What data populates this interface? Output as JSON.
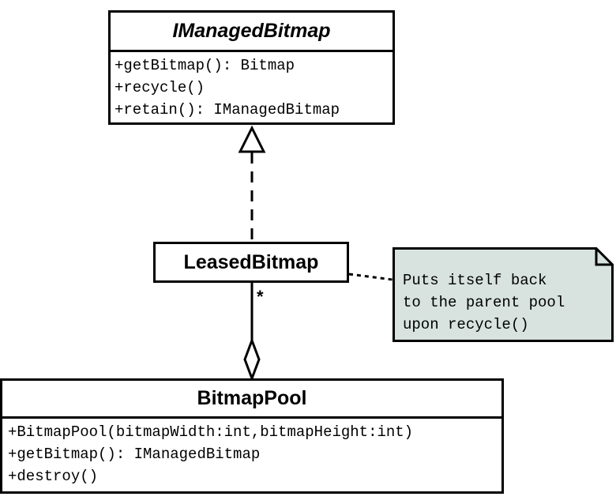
{
  "classes": {
    "imanaged": {
      "name": "IManagedBitmap",
      "members": [
        "+getBitmap(): Bitmap",
        "+recycle()",
        "+retain(): IManagedBitmap"
      ]
    },
    "leased": {
      "name": "LeasedBitmap"
    },
    "pool": {
      "name": "BitmapPool",
      "members": [
        "+BitmapPool(bitmapWidth:int,bitmapHeight:int)",
        "+getBitmap(): IManagedBitmap",
        "+destroy()"
      ]
    }
  },
  "note": {
    "lines": [
      "Puts itself back",
      "to the parent pool",
      "upon recycle()"
    ],
    "fill_color": "#d8e3e0"
  },
  "multiplicity": "*"
}
